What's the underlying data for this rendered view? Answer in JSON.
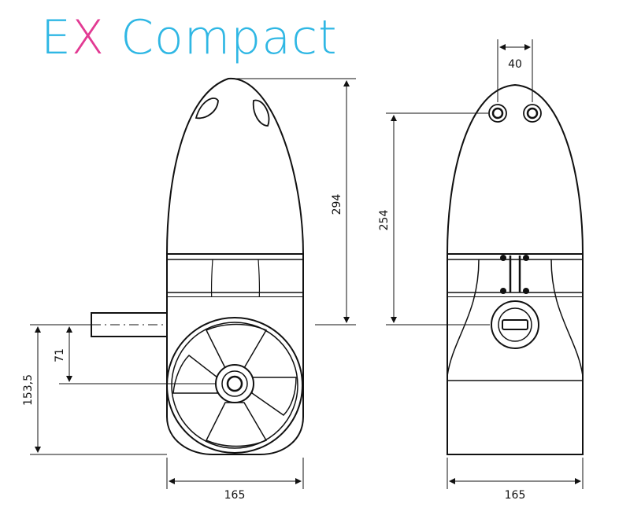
{
  "title": {
    "part1": "E",
    "part2": "X",
    "part3": " Compact"
  },
  "colors": {
    "title_cyan": "#2fb7e4",
    "title_magenta": "#e23a93",
    "line": "#111111"
  },
  "dimensions": {
    "side_height": "294",
    "front_height": "254",
    "shaft_height": "71",
    "tunnel_height": "153,5",
    "hole_spacing": "40",
    "side_width": "165",
    "front_width": "165"
  }
}
